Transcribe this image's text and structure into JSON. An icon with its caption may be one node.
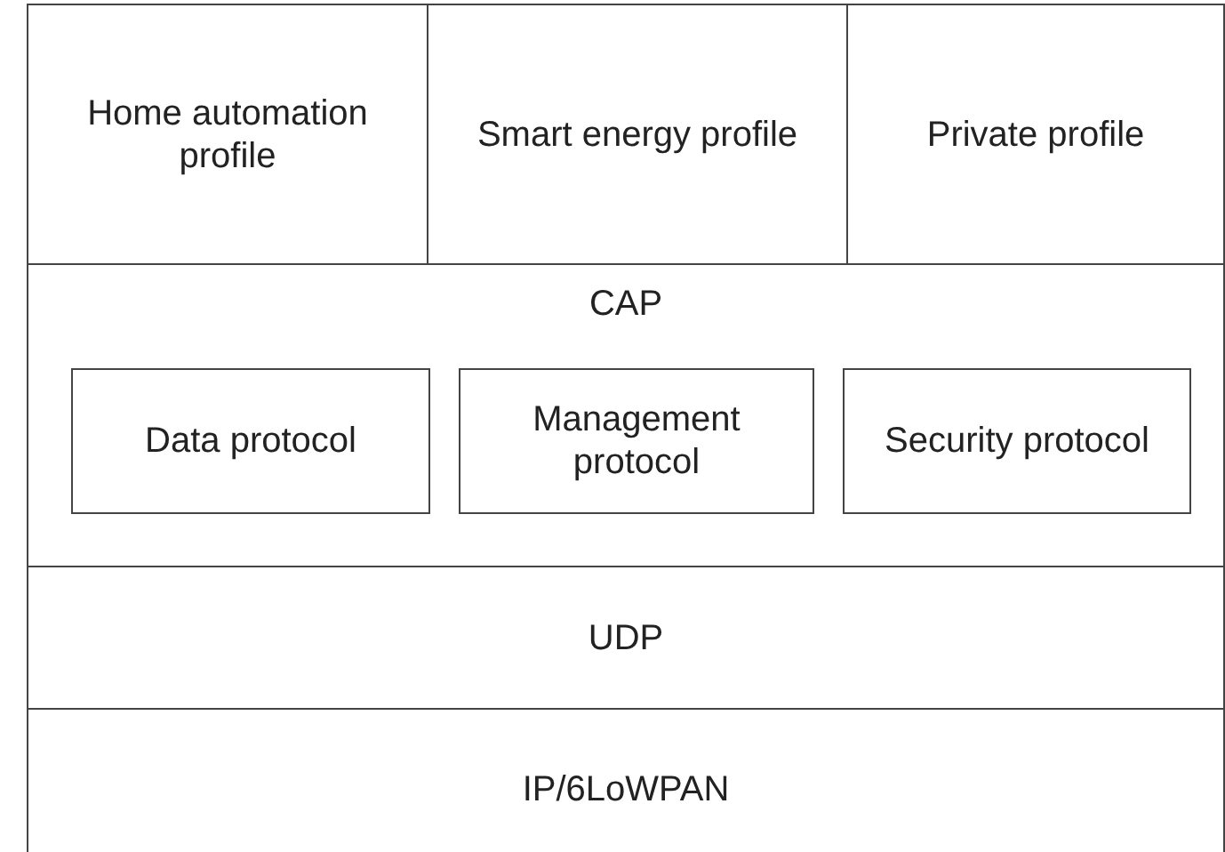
{
  "diagram": {
    "nodes": [
      {
        "text": [
          "Home automation profile"
        ]
      },
      {
        "text": [
          "Smart energy profile"
        ]
      },
      {
        "text": [
          "Private profile"
        ]
      },
      {
        "text": [
          "CAP"
        ]
      },
      {
        "text": [
          "Data protocol"
        ],
        "in": 3
      },
      {
        "text": [
          "Management protocol"
        ],
        "in": 3
      },
      {
        "text": [
          "Security protocol"
        ],
        "in": 3
      },
      {
        "text": [
          "UDP"
        ]
      },
      {
        "text": [
          "IP/6LoWPAN"
        ]
      }
    ]
  }
}
